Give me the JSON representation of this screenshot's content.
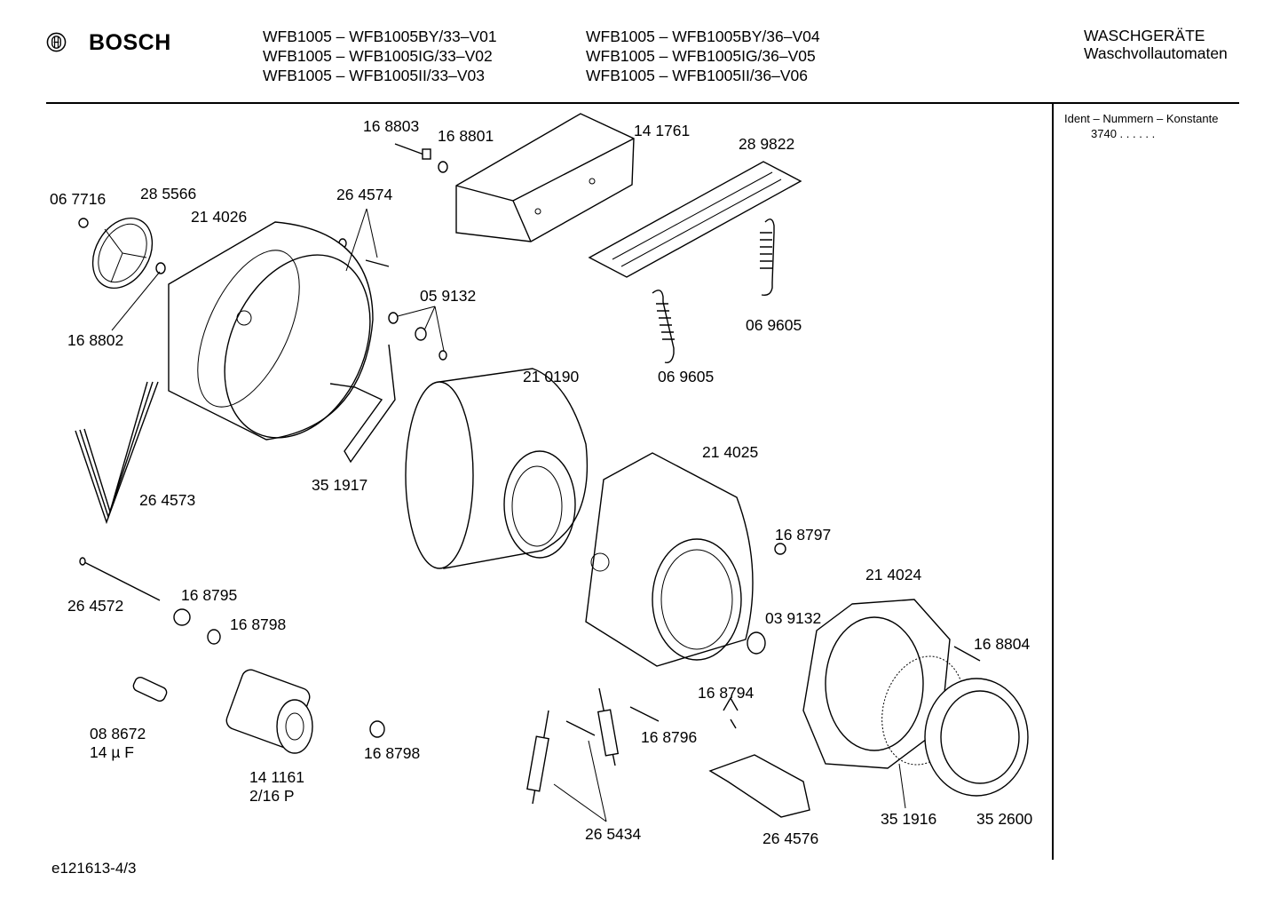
{
  "header": {
    "brand": "BOSCH",
    "models_left": [
      "WFB1005 – WFB1005BY/33–V01",
      "WFB1005 – WFB1005IG/33–V02",
      "WFB1005 – WFB1005II/33–V03"
    ],
    "models_right": [
      "WFB1005 – WFB1005BY/36–V04",
      "WFB1005 – WFB1005IG/36–V05",
      "WFB1005 – WFB1005II/36–V06"
    ],
    "category": "WASCHGERÄTE",
    "subcategory": "Waschvollautomaten"
  },
  "ident": {
    "label": "Ident – Nummern – Konstante",
    "value": "3740 . . . . . ."
  },
  "footer": {
    "code": "e121613-4/3"
  },
  "parts": {
    "p168803": "16 8803",
    "p168801": "16 8801",
    "p141761": "14 1761",
    "p289822": "28 9822",
    "p067716": "06 7716",
    "p285566": "28 5566",
    "p214026": "21 4026",
    "p264574": "26 4574",
    "p059132": "05 9132",
    "p168802": "16 8802",
    "p069605a": "06 9605",
    "p069605b": "06 9605",
    "p210190": "21 0190",
    "p214025": "21 4025",
    "p351917": "35 1917",
    "p264573": "26 4573",
    "p168797": "16 8797",
    "p264572": "26 4572",
    "p168795": "16 8795",
    "p168798a": "16 8798",
    "p214024": "21 4024",
    "p039132": "03 9132",
    "p168804": "16 8804",
    "p168794": "16 8794",
    "p088672": "08 8672",
    "p088672_cap": "14 µ F",
    "p168796": "16 8796",
    "p168798b": "16 8798",
    "p141161": "14 1161",
    "p141161_sub": "2/16 P",
    "p351916": "35 1916",
    "p352600": "35 2600",
    "p265434": "26 5434",
    "p264576": "26 4576"
  }
}
